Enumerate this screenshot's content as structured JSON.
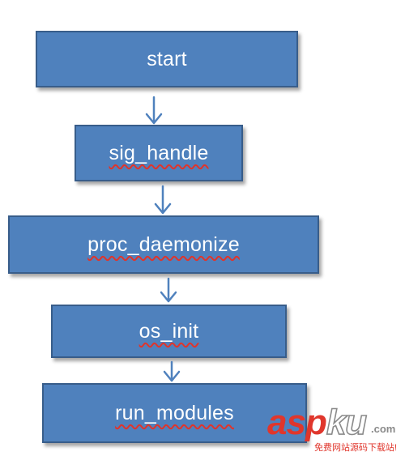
{
  "diagram": {
    "type": "flowchart",
    "direction": "top-to-bottom",
    "box_fill": "#4f81bd",
    "box_border": "#385d8a",
    "arrow_color": "#4f81bd",
    "text_color": "#ffffff",
    "spellcheck_underline_color": "#e0342b",
    "nodes": [
      {
        "id": "start",
        "label": "start",
        "spell_underlined": false
      },
      {
        "id": "sig_handle",
        "label": "sig_handle",
        "spell_underlined": true
      },
      {
        "id": "proc_daemonize",
        "label": "proc_daemonize",
        "spell_underlined": true
      },
      {
        "id": "os_init",
        "label": "os_init",
        "spell_underlined": true
      },
      {
        "id": "run_modules",
        "label": "run_modules",
        "spell_underlined": true
      }
    ],
    "edges": [
      {
        "from": "start",
        "to": "sig_handle"
      },
      {
        "from": "sig_handle",
        "to": "proc_daemonize"
      },
      {
        "from": "proc_daemonize",
        "to": "os_init"
      },
      {
        "from": "os_init",
        "to": "run_modules"
      }
    ]
  },
  "watermark": {
    "brand_red": "asp",
    "brand_outline": "ku",
    "domain_suffix": ".com",
    "tagline": "免费网站源码下载站!",
    "brand_color": "#e0362c"
  }
}
